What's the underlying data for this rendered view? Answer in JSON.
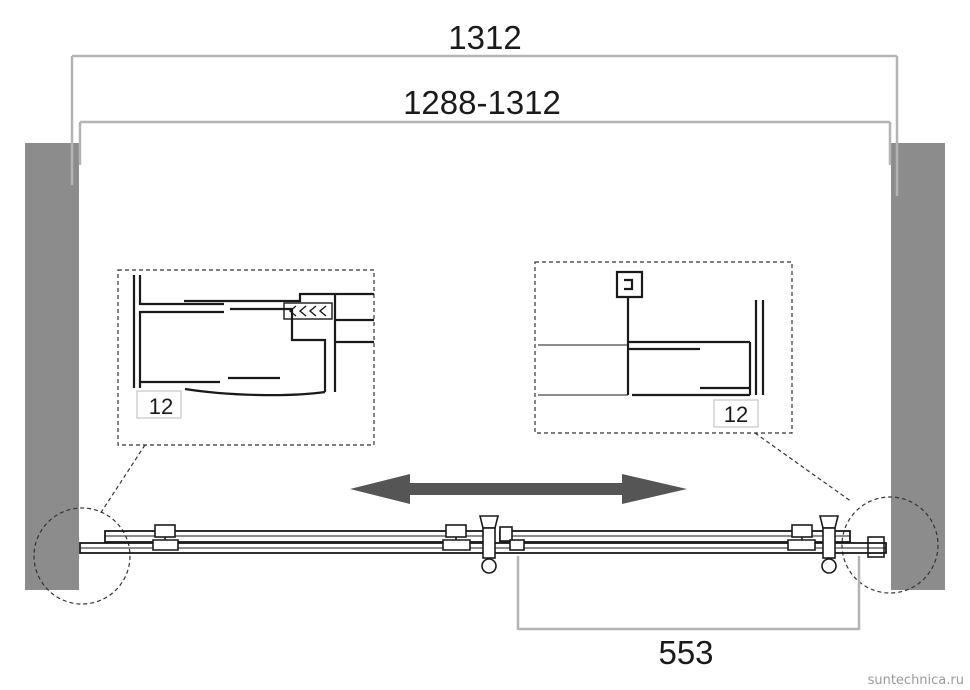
{
  "dimensions": {
    "overall_width": "1312",
    "adjustment_range": "1288-1312",
    "door_offset": "553"
  },
  "details": {
    "left_gap": "12",
    "right_gap": "12"
  },
  "watermark": "suntechnica.ru",
  "colors": {
    "wall": "#8c8c8c",
    "line": "#1a1a1a",
    "dim_line": "#b4b4b4",
    "arrow": "#555555"
  }
}
